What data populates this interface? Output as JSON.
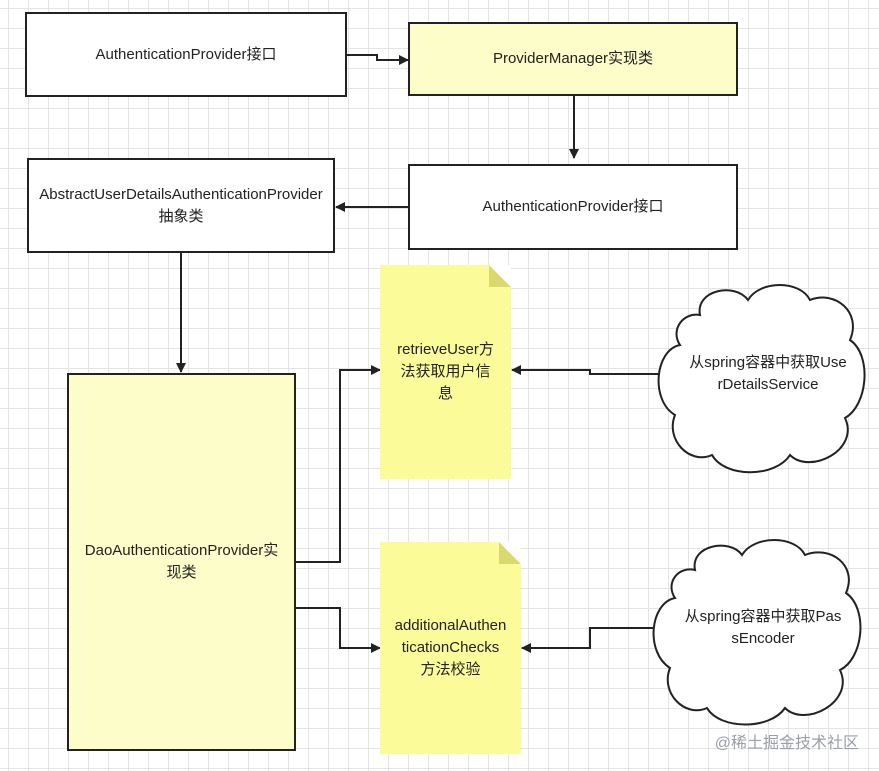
{
  "nodes": {
    "auth_provider_top": "AuthenticationProvider接口",
    "provider_manager": "ProviderManager实现类",
    "auth_provider_right": "AuthenticationProvider接口",
    "abstract_provider": "AbstractUserDetailsAuthenticationProvider抽象类",
    "dao_provider": "DaoAuthenticationProvider实现类",
    "retrieve_user": "retrieveUser方法获取用户信息",
    "additional_checks": "additionalAuthenticationChecks方法校验",
    "cloud_user_details": "从spring容器中获取UserDetailsService",
    "cloud_pass_encoder": "从spring容器中获取PassEncoder"
  },
  "watermark": "@稀土掘金技术社区",
  "colors": {
    "stroke": "#222222",
    "box_fill": "#ffffff",
    "yellow_box_fill": "#fdfdc9",
    "note_fill": "#fbfb9a",
    "grid": "#e4e4e4"
  }
}
